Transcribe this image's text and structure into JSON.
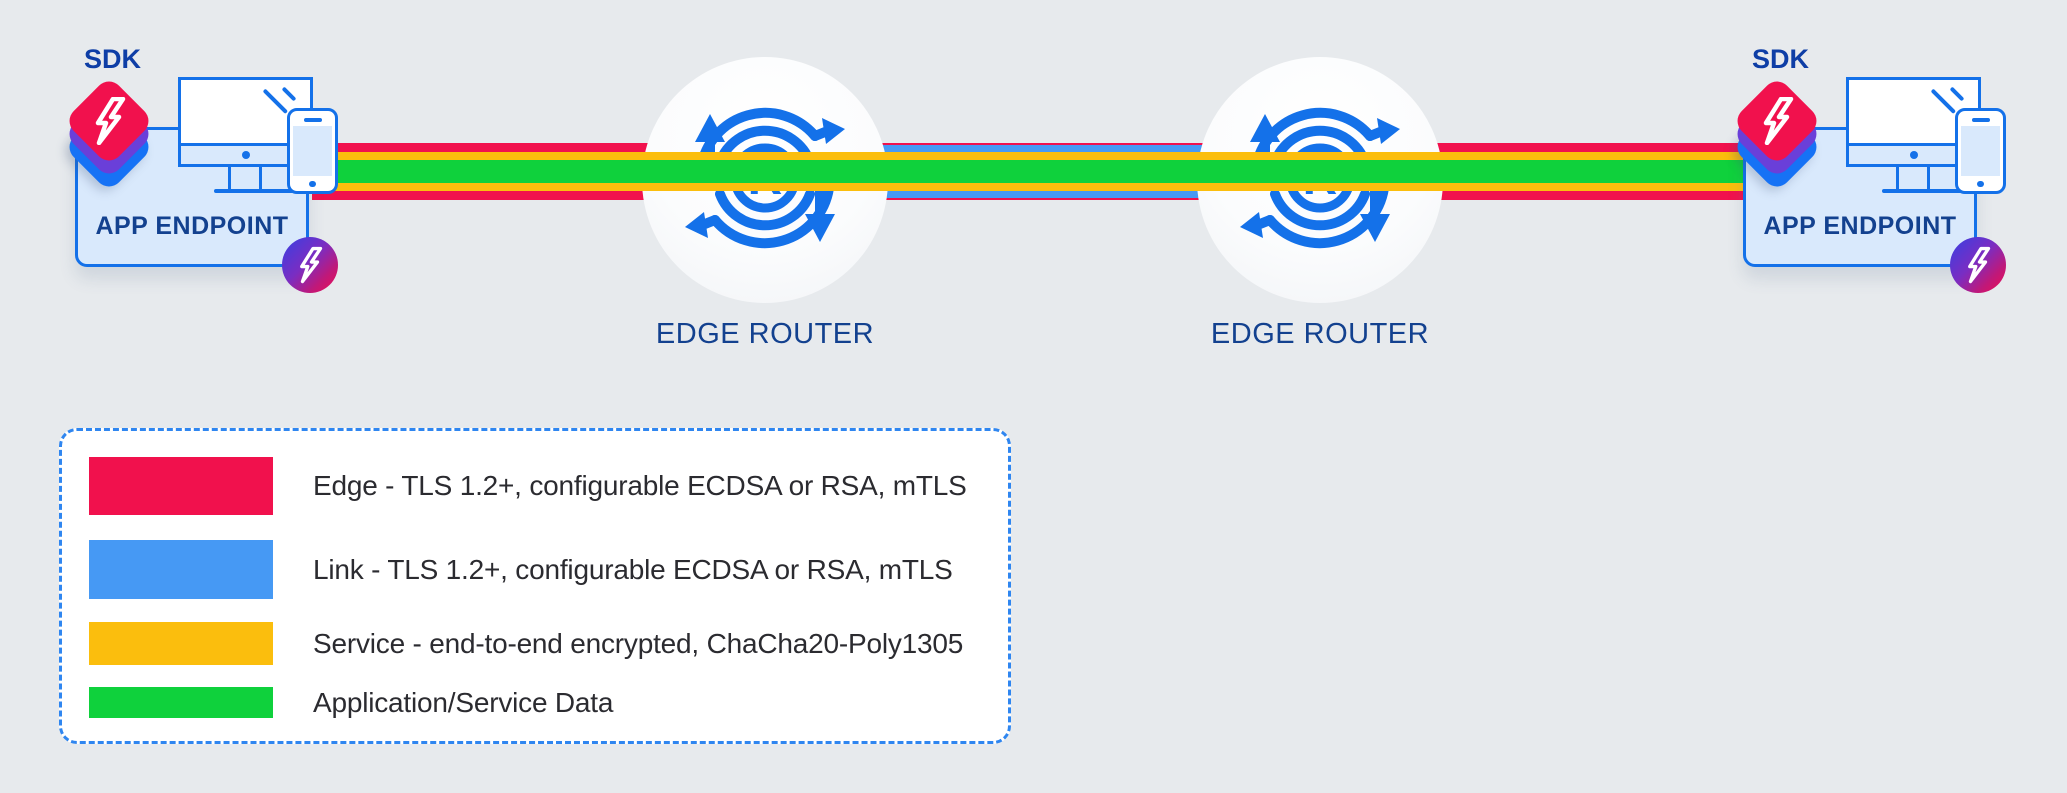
{
  "canvas": {
    "background": "#E7EAED"
  },
  "endpoints": [
    {
      "sdk_label": "SDK",
      "box_label": "APP ENDPOINT"
    },
    {
      "sdk_label": "SDK",
      "box_label": "APP ENDPOINT"
    }
  ],
  "routers": [
    {
      "label": "EDGE ROUTER",
      "icon_letter": "R"
    },
    {
      "label": "EDGE ROUTER",
      "icon_letter": "R"
    }
  ],
  "stripes": {
    "edge_color": "#F1114D",
    "link_color": "#4699F4",
    "service_color": "#FBBE0D",
    "data_color": "#0FD13C"
  },
  "legend": {
    "items": [
      {
        "color": "#F1114D",
        "label": "Edge - TLS 1.2+, configurable ECDSA or RSA, mTLS"
      },
      {
        "color": "#4699F4",
        "label": "Link - TLS 1.2+, configurable ECDSA or RSA, mTLS"
      },
      {
        "color": "#FBBE0D",
        "label": "Service - end-to-end encrypted, ChaCha20-Poly1305"
      },
      {
        "color": "#0FD13C",
        "label": "Application/Service Data"
      }
    ]
  }
}
